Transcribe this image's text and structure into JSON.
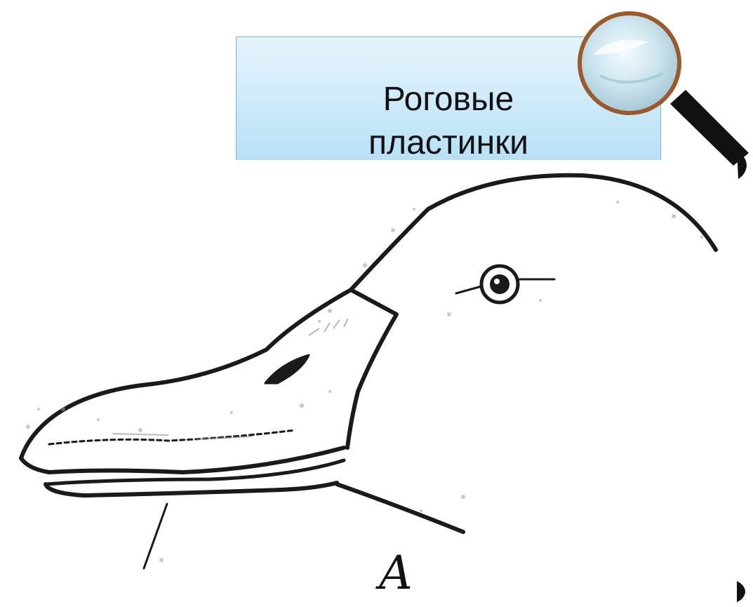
{
  "callout": {
    "line1": "Роговые",
    "line2": "пластинки"
  },
  "figure": {
    "label": "А",
    "subject": "bird-head-with-beak"
  },
  "icons": {
    "magnifier": "magnifying-glass-icon"
  },
  "colors": {
    "callout_fill_top": "#e6f4fc",
    "callout_fill_bottom": "#b7e0f7",
    "callout_border": "#6fb6e0",
    "magnifier_rim": "#9a5a2a",
    "magnifier_handle": "#111111",
    "ink": "#1a1a1a"
  }
}
